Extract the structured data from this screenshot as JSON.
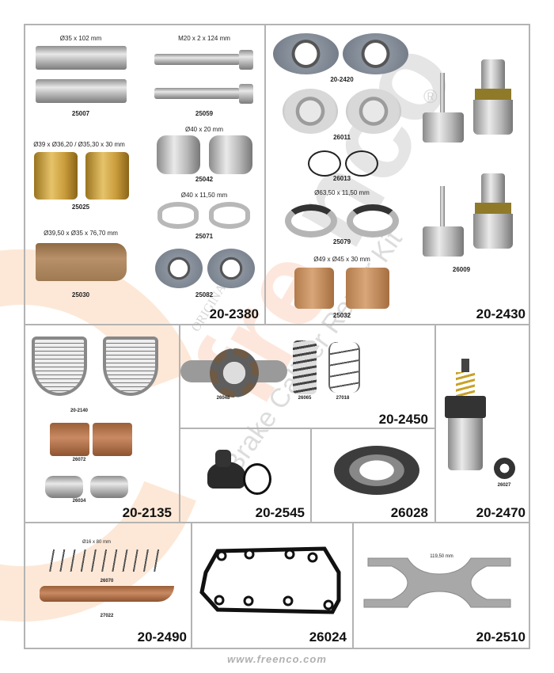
{
  "watermark": {
    "logo": "freenco",
    "original": "ORIGINAL",
    "tagline": "Brake Caliper Repair Kit",
    "registered": "®"
  },
  "kits": {
    "k2380": {
      "kit": "20-2380",
      "dims": [
        "Ø35 x 102 mm",
        "M20 x 2 x 124 mm",
        "Ø40 x 20 mm",
        "Ø39 x Ø36,20 / Ø35,30 x 30 mm",
        "Ø40 x 11,50 mm",
        "Ø39,50 x Ø35 x 76,70 mm"
      ],
      "parts": [
        "25007",
        "25059",
        "25042",
        "25025",
        "25071",
        "25030",
        "25082"
      ]
    },
    "k2430": {
      "kit": "20-2430",
      "dims": [
        "Ø63,50 x 11,50 mm",
        "Ø49 x Ø45 x 30 mm"
      ],
      "parts": [
        "20-2420",
        "26011",
        "26013",
        "25079",
        "25032",
        "26009"
      ]
    },
    "k2135": {
      "kit": "20-2135",
      "parts": [
        "20-2140",
        "26072",
        "26034"
      ]
    },
    "k2450": {
      "kit": "20-2450",
      "parts": [
        "26048",
        "26065",
        "27018"
      ]
    },
    "k2545": {
      "kit": "20-2545"
    },
    "k26028": {
      "kit": "26028"
    },
    "k2470": {
      "kit": "20-2470",
      "parts": [
        "26027"
      ]
    },
    "k2490": {
      "kit": "20-2490",
      "dims": [
        "Ø16 x 80 mm"
      ],
      "parts": [
        "26070",
        "27022"
      ]
    },
    "k26024": {
      "kit": "26024"
    },
    "k2510": {
      "kit": "20-2510",
      "dims": [
        "119,50 mm"
      ]
    }
  },
  "footer": {
    "url": "www.freenco.com"
  }
}
